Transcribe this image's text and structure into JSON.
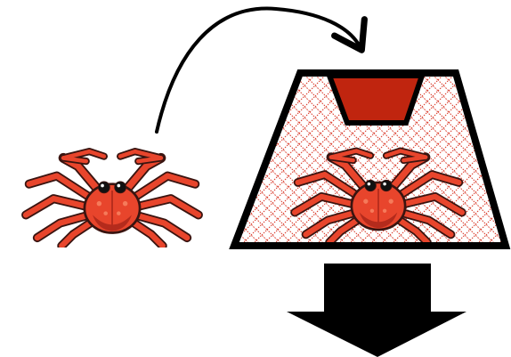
{
  "diagram": {
    "description_free": true,
    "nodes": [
      {
        "id": "crab-outside",
        "kind": "crab-icon"
      },
      {
        "id": "crab-inside",
        "kind": "crab-icon"
      },
      {
        "id": "trap",
        "kind": "crab-trap-icon"
      }
    ],
    "edges": [
      {
        "from": "crab-outside",
        "to": "trap",
        "style": "curved-arrow"
      },
      {
        "from": "trap",
        "to": "below",
        "style": "block-arrow-down"
      }
    ]
  },
  "colors": {
    "crab_body": "#e8452c",
    "crab_shadow": "#b42b1c",
    "crab_outline": "#3a1410",
    "net": "#d93a2a",
    "trap_outline": "#000000",
    "trap_opening": "#c0250f",
    "arrow": "#000000"
  }
}
